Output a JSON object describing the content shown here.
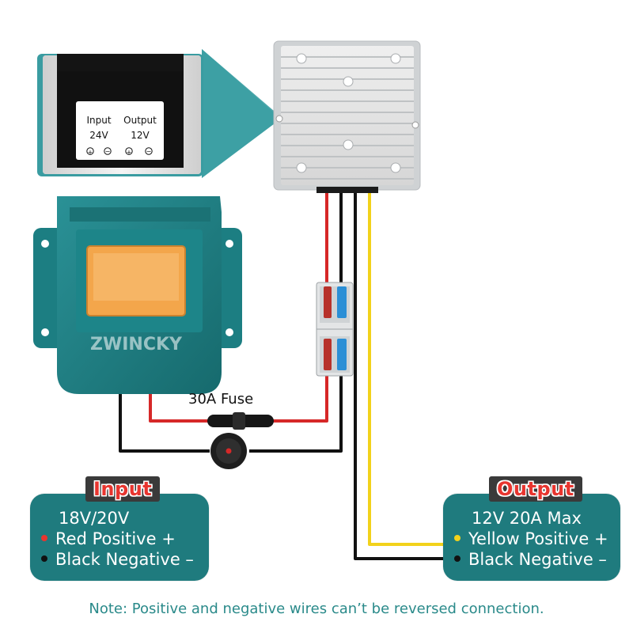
{
  "converter_label": {
    "input_title": "Input",
    "input_voltage": "24V",
    "output_title": "Output",
    "output_voltage": "12V"
  },
  "watermark": "ZWINCKY",
  "fuse_label": "30A Fuse",
  "input_panel": {
    "tag": "Input",
    "voltage": "18V/20V",
    "positive": "Red Positive +",
    "negative": "Black Negative –"
  },
  "output_panel": {
    "tag": "Output",
    "rating": "12V 20A Max",
    "positive": "Yellow Positive +",
    "negative": "Black Negative –"
  },
  "note": "Note: Positive and negative wires can’t be reversed connection.",
  "colors": {
    "teal": "#1f7b7e",
    "red_wire": "#d62828",
    "black_wire": "#111111",
    "yellow_wire": "#f2d21b",
    "blue_connector": "#2b8fd6",
    "orange_terminal": "#f3a64b"
  }
}
